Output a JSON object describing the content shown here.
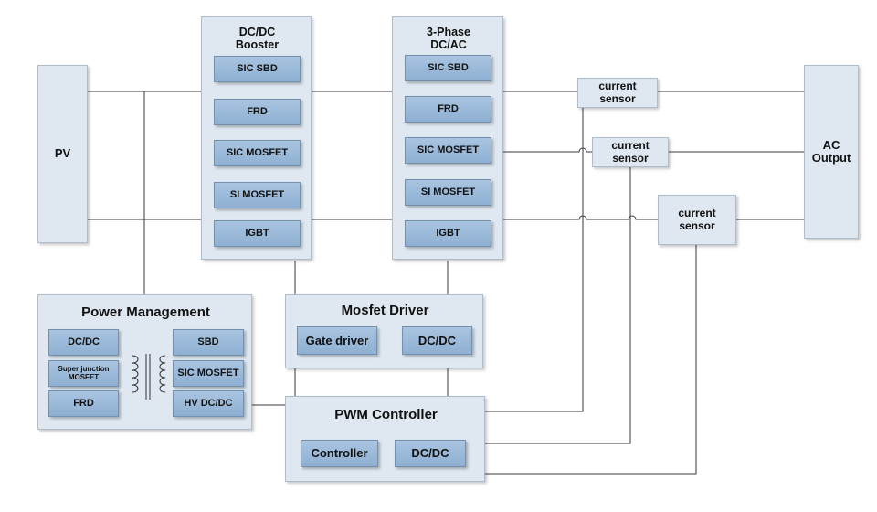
{
  "pv": {
    "label": "PV"
  },
  "ac_output": {
    "label": "AC\nOutput"
  },
  "booster": {
    "title": "DC/DC\nBooster",
    "items": [
      "SIC SBD",
      "FRD",
      "SIC MOSFET",
      "SI MOSFET",
      "IGBT"
    ]
  },
  "inverter": {
    "title": "3-Phase\nDC/AC",
    "items": [
      "SIC SBD",
      "FRD",
      "SIC MOSFET",
      "SI MOSFET",
      "IGBT"
    ]
  },
  "sensors": [
    "current\nsensor",
    "current\nsensor",
    "current\nsensor"
  ],
  "power_management": {
    "title": "Power Management",
    "left_items": [
      "DC/DC",
      "Super junction\nMOSFET",
      "FRD"
    ],
    "right_items": [
      "SBD",
      "SIC MOSFET",
      "HV DC/DC"
    ]
  },
  "mosfet_driver": {
    "title": "Mosfet Driver",
    "items": [
      "Gate driver",
      "DC/DC"
    ]
  },
  "pwm_controller": {
    "title": "PWM Controller",
    "items": [
      "Controller",
      "DC/DC"
    ]
  },
  "colors": {
    "panel": "#dfe8f1",
    "block": "#9bbad9",
    "line": "#3a3a3a"
  }
}
